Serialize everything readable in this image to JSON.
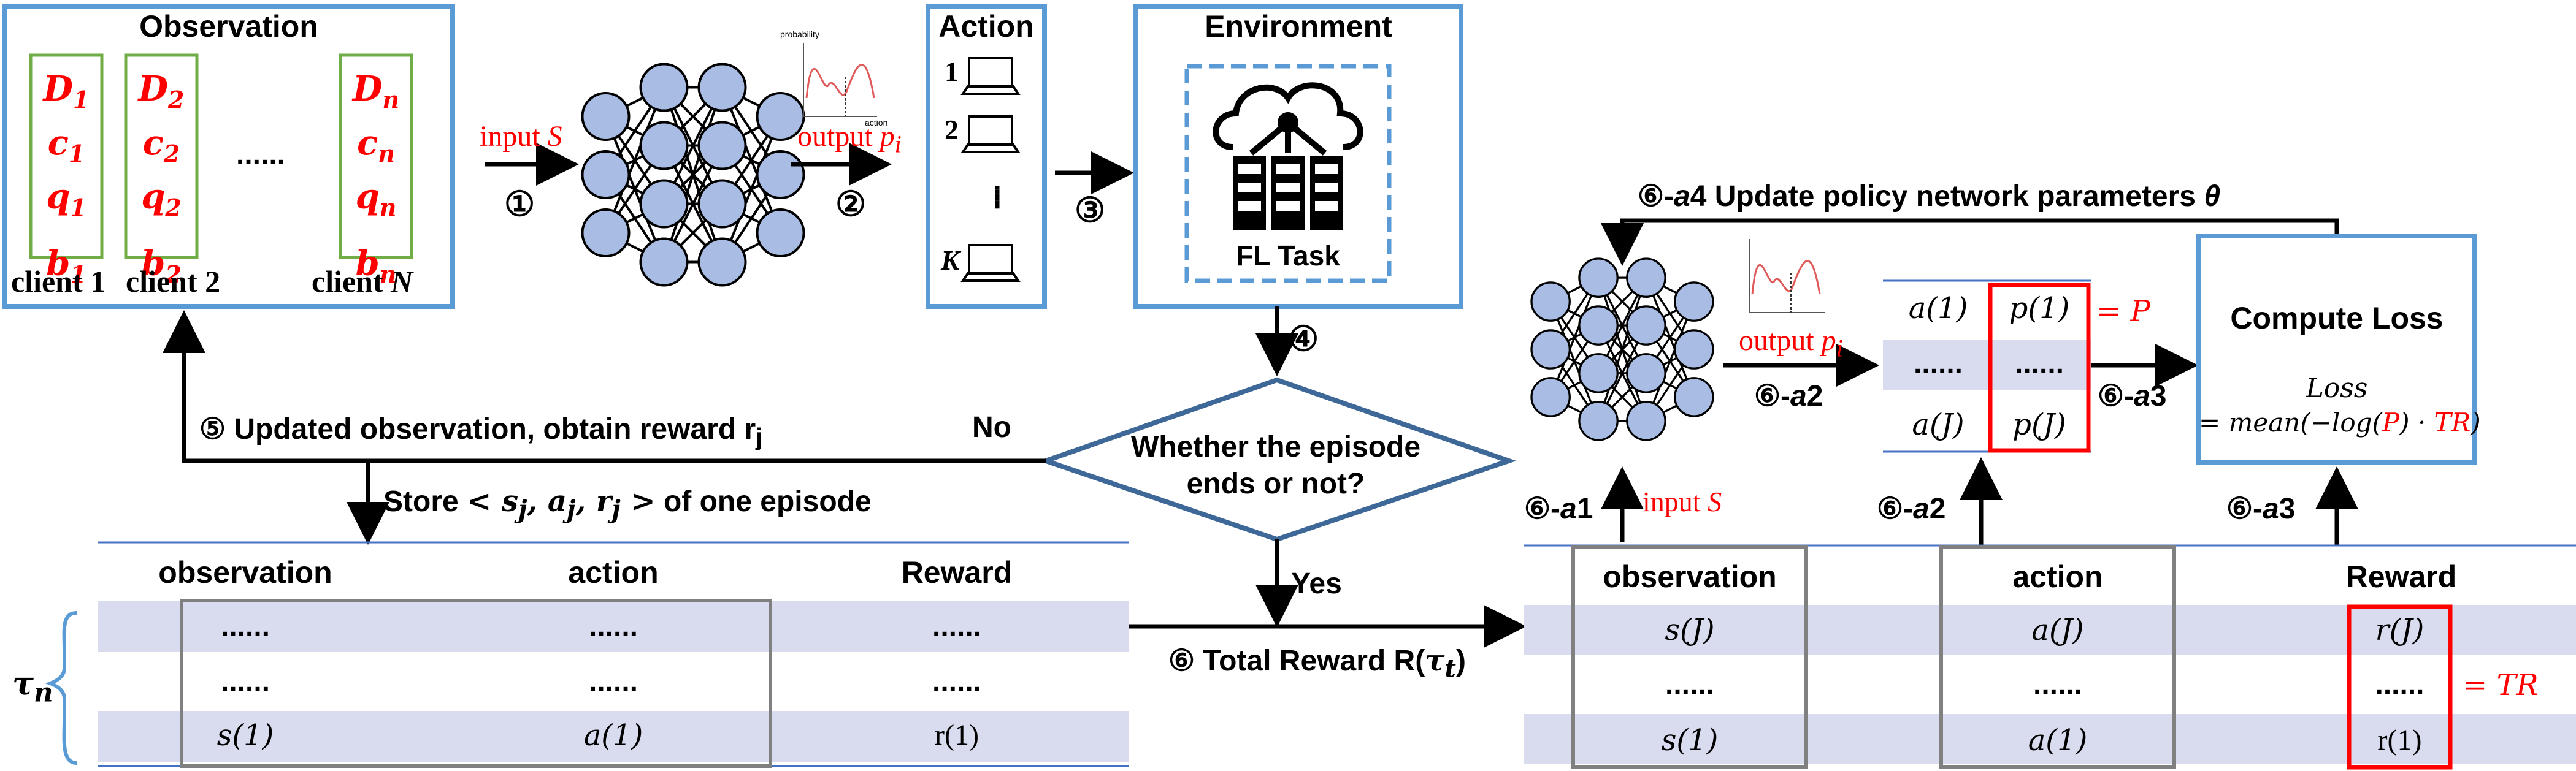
{
  "observation": {
    "title": "Observation",
    "clients": [
      {
        "D": "1",
        "c": "1",
        "q": "1",
        "b": "1",
        "label": "client 1"
      },
      {
        "D": "2",
        "c": "2",
        "q": "2",
        "b": "2",
        "label": "client 2"
      },
      {
        "D": "n",
        "c": "n",
        "q": "n",
        "b": "n",
        "label": "client N"
      }
    ],
    "ellipsis": "......"
  },
  "step1": {
    "num": "①",
    "label": "input S"
  },
  "step2": {
    "num": "②",
    "label": "output p_i"
  },
  "step3": {
    "num": "③"
  },
  "step4": {
    "num": "④"
  },
  "action": {
    "title": "Action",
    "items": [
      "1",
      "2",
      "K"
    ],
    "dots": "......"
  },
  "environment": {
    "title": "Environment",
    "task": "FL Task"
  },
  "mini_plot": {
    "ylabel": "probability",
    "xlabel": "action"
  },
  "decision": {
    "text_line1": "Whether the episode",
    "text_line2": "ends or not?",
    "no": "No",
    "yes": "Yes"
  },
  "step5": {
    "num": "⑤",
    "label": "Updated observation, obtain reward r_j"
  },
  "store": {
    "text": "Store < s_j, a_j, r_j > of one episode"
  },
  "step6_total": {
    "num": "⑥",
    "label": "Total Reward R(τ_t)"
  },
  "left_table": {
    "headers": [
      "observation",
      "action",
      "Reward"
    ],
    "rows": [
      [
        "......",
        "......",
        "......"
      ],
      [
        "......",
        "......",
        "......"
      ],
      [
        "s(1)",
        "a(1)",
        "r(1)"
      ]
    ],
    "tau": "τ_n"
  },
  "right": {
    "a4": "⑥-a4 Update policy network parameters θ",
    "a1": "⑥-a1",
    "a1_label": "input S",
    "a2": "⑥-a2",
    "a2_label": "output p_i",
    "a2_lower": "⑥-a2",
    "a3": "⑥-a3",
    "a3_lower": "⑥-a3",
    "pa_rows": [
      [
        "a(1)",
        "p(1)"
      ],
      [
        "......",
        "......"
      ],
      [
        "a(J)",
        "p(J)"
      ]
    ],
    "eqP": "= P",
    "loss_title": "Compute Loss",
    "loss_line1": "Loss",
    "loss_line2": "= mean(−log(P) · TR)",
    "eqTR": "= TR"
  },
  "right_table": {
    "headers": [
      "observation",
      "action",
      "Reward"
    ],
    "rows": [
      [
        "s(J)",
        "a(J)",
        "r(J)"
      ],
      [
        "......",
        "......",
        "......"
      ],
      [
        "s(1)",
        "a(1)",
        "r(1)"
      ]
    ]
  },
  "colors": {
    "accent_blue": "#5b9bd5",
    "client_green": "#70ad47",
    "red": "#ff0000",
    "band": "#d9dbef",
    "node": "#a9bde4",
    "diamond": "#3d6897"
  }
}
